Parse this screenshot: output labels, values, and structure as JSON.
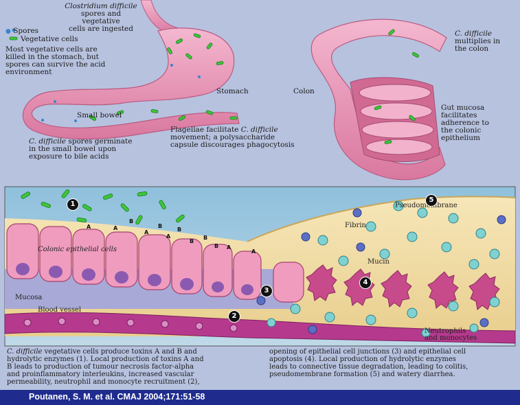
{
  "stomach": {
    "ingest_title": "Clostridium difficile",
    "ingest_line2": "spores and vegetative",
    "ingest_line3": "cells are ingested",
    "legend_spores": "Spores",
    "legend_vegetative": "Vegetative cells",
    "acid_line1": "Most vegetative cells are",
    "acid_line2": "killed in the stomach, but",
    "acid_line3": "spores can survive the acid",
    "acid_line4": "environment",
    "stomach_label": "Stomach",
    "small_bowel_label": "Small bowel",
    "germ_line1_italic": "C. difficile",
    "germ_line1_rest": " spores germinate",
    "germ_line2": "in the small bowel upon",
    "germ_line3": "exposure to bile acids",
    "flag_line1_a": "Flagellae facilitate ",
    "flag_line1_b": "C. difficile",
    "flag_line2": "movement; a polysaccharide",
    "flag_line3": "capsule discourages phagocytosis"
  },
  "colon": {
    "colon_label": "Colon",
    "mult_italic": "C. difficile",
    "mult_line2": "multiplies in",
    "mult_line3": "the colon",
    "mucosa_line1": "Gut mucosa",
    "mucosa_line2": "facilitates",
    "mucosa_line3": "adherence to",
    "mucosa_line4": "the colonic",
    "mucosa_line5": "epithelium"
  },
  "panel": {
    "pseudomembrane": "Pseudomembrane",
    "fibrin": "Fibrin",
    "epithelial": "Colonic epithelial cells",
    "mucin": "Mucin",
    "mucosa": "Mucosa",
    "blood_vessel": "Blood vessel",
    "neutrophils": "Neutrophils",
    "monocytes": "and monocytes",
    "markers": [
      "1",
      "2",
      "3",
      "4",
      "5"
    ],
    "toxin_a": "A",
    "toxin_b": "B"
  },
  "caption": {
    "left_l1_italic": "C. difficile",
    "left_l1_rest": " vegetative cells produce toxins A and B and",
    "left_l2": "hydrolytic enzymes (1). Local production of toxins A and",
    "left_l3": "B leads to production of tumour necrosis factor-alpha",
    "left_l4": "and proinflammatory interleukins, increased vascular",
    "left_l5": "permeability, neutrophil and monocyte recruitment (2),",
    "right_l1": "opening of epithelial cell junctions (3) and epithelial cell",
    "right_l2": "apoptosis (4). Local production of hydrolytic enzymes",
    "right_l3": "leads to connective tissue degradation, leading to colitis,",
    "right_l4": "pseudomembrane formation (5) and watery diarrhea."
  },
  "footer": {
    "citation": "Poutanen, S. M. et al. CMAJ 2004;171:51-58"
  },
  "colors": {
    "background": "#b7c2df",
    "tissue_pink": "#e98fb2",
    "fibrin": "#f2dea6",
    "footer": "#1f2c8e",
    "bacteria": "#3ec73a",
    "spore": "#3c83c9"
  }
}
